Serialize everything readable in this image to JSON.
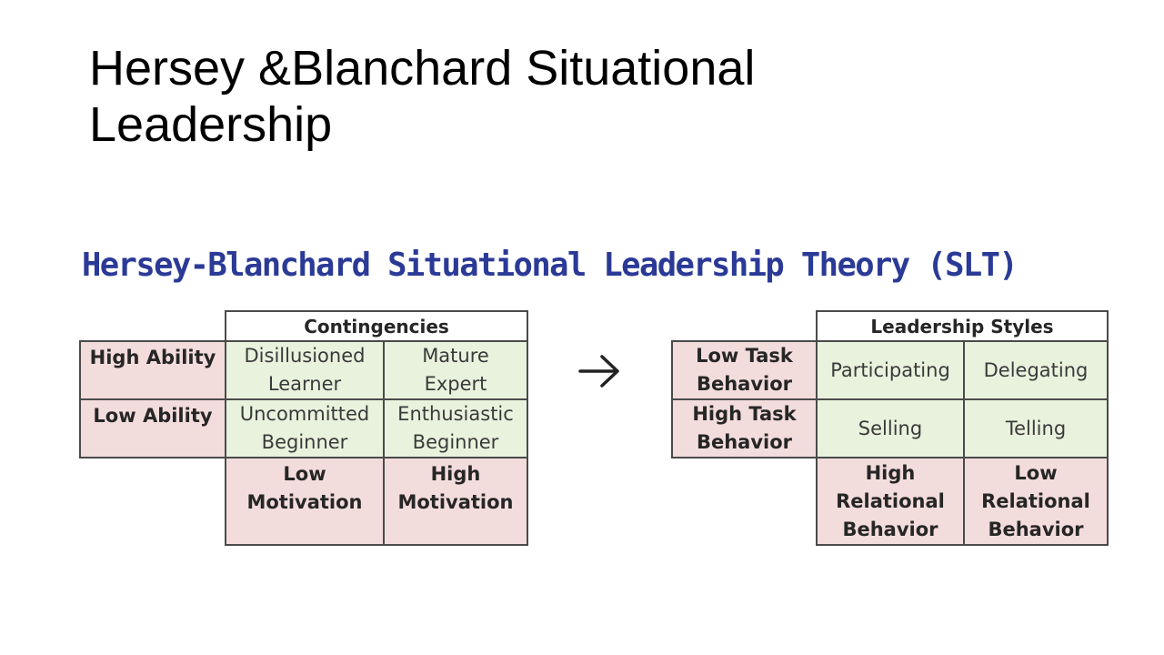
{
  "slide": {
    "title_line1": "Hersey &Blanchard Situational",
    "title_line2": "Leadership"
  },
  "diagram": {
    "title": "Hersey-Blanchard Situational Leadership Theory (SLT)",
    "contingencies": {
      "header": "Contingencies",
      "row_labels": [
        "High Ability",
        "Low Ability"
      ],
      "cells": [
        [
          "Disillusioned Learner",
          "Mature Expert"
        ],
        [
          "Uncommitted Beginner",
          "Enthusiastic Beginner"
        ]
      ],
      "column_labels": [
        "Low Motivation",
        "High Motivation"
      ]
    },
    "arrow_icon": "right-arrow-icon",
    "leadership_styles": {
      "header": "Leadership Styles",
      "row_labels": [
        "Low Task Behavior",
        "High Task Behavior"
      ],
      "cells": [
        [
          "Participating",
          "Delegating"
        ],
        [
          "Selling",
          "Telling"
        ]
      ],
      "column_labels": [
        "High Relational Behavior",
        "Low Relational Behavior"
      ]
    },
    "colors": {
      "title": "#2b3a96",
      "label_fill": "#f3dcdc",
      "cell_fill": "#e9f2dd",
      "border": "#4a4a4a"
    }
  }
}
